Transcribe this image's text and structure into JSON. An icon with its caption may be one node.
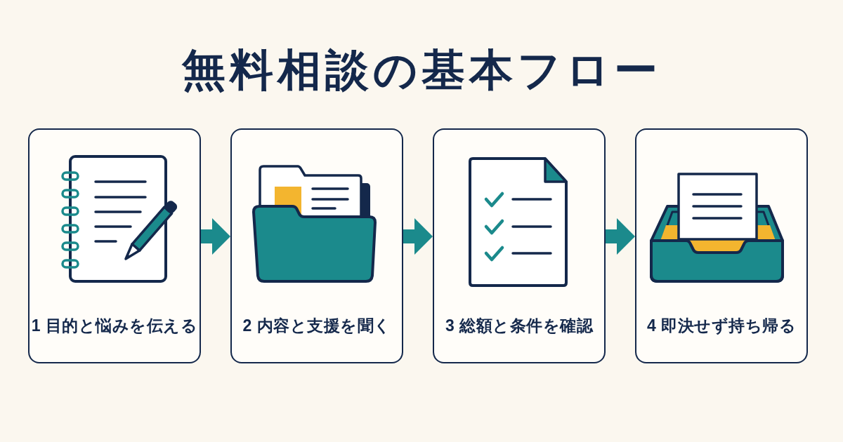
{
  "diagram": {
    "title": "無料相談の基本フロー",
    "nodes": [
      {
        "text": [
          "1 目的と悩みを伝える"
        ]
      },
      {
        "text": [
          "2 内容と支援を聞く"
        ]
      },
      {
        "text": [
          "3 総額と条件を確認"
        ]
      },
      {
        "text": [
          "4 即決せず持ち帰る"
        ]
      }
    ],
    "edges": [
      {
        "from": 0,
        "to": 1,
        "arrow": "to"
      },
      {
        "from": 1,
        "to": 2,
        "arrow": "to"
      },
      {
        "from": 2,
        "to": 3,
        "arrow": "to"
      }
    ]
  }
}
